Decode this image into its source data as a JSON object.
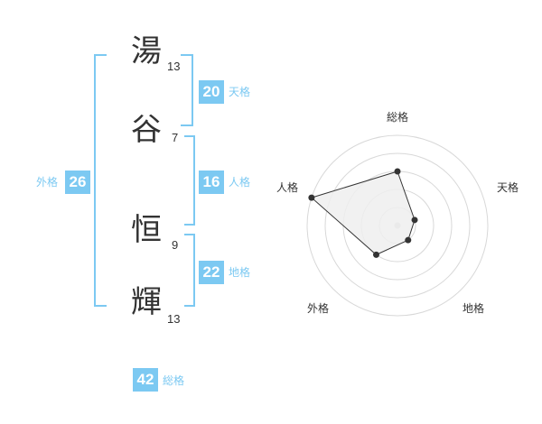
{
  "name_chars": [
    {
      "char": "湯",
      "strokes": "13"
    },
    {
      "char": "谷",
      "strokes": "7"
    },
    {
      "char": "恒",
      "strokes": "9"
    },
    {
      "char": "輝",
      "strokes": "13"
    }
  ],
  "scores": {
    "tenkaku": {
      "value": "20",
      "label": "天格"
    },
    "jinkaku": {
      "value": "16",
      "label": "人格"
    },
    "chikaku": {
      "value": "22",
      "label": "地格"
    },
    "gaikaku": {
      "value": "26",
      "label": "外格"
    },
    "soukaku": {
      "value": "42",
      "label": "総格"
    }
  },
  "colors": {
    "accent": "#7cc9f2",
    "text": "#333333",
    "ring": "#d8d8d8",
    "fill": "#eeeeee"
  },
  "chart_data": {
    "type": "radar",
    "axes": [
      "総格",
      "天格",
      "地格",
      "外格",
      "人格"
    ],
    "levels": 5,
    "values": [
      3,
      1,
      1,
      2,
      5
    ],
    "grid": true
  }
}
